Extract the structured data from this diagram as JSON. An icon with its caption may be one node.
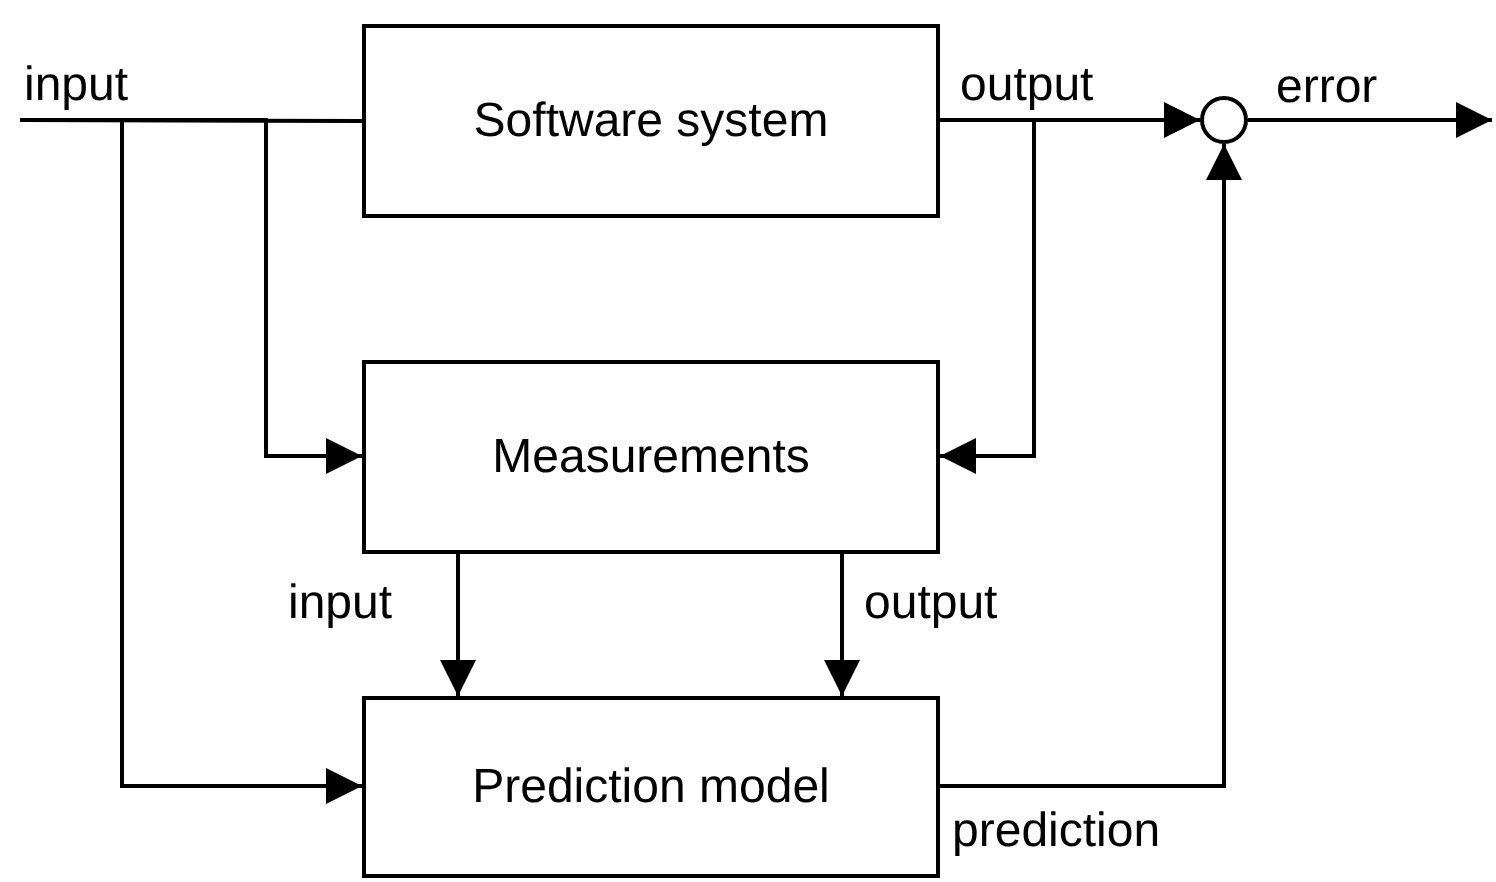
{
  "diagram": {
    "nodes": [
      {
        "text": [
          "Software system"
        ]
      },
      {
        "text": [
          "Measurements"
        ]
      },
      {
        "text": [
          "Prediction model"
        ]
      },
      {
        "text": [],
        "shape": "circle"
      }
    ],
    "edges": [
      {
        "from": null,
        "to": 0,
        "arrow": "none",
        "label": "input"
      },
      {
        "from": null,
        "to": 1,
        "arrow": "to"
      },
      {
        "from": null,
        "to": 2,
        "arrow": "to"
      },
      {
        "from": 0,
        "to": 3,
        "arrow": "to",
        "label": "output"
      },
      {
        "from": 0,
        "to": 1,
        "arrow": "to"
      },
      {
        "from": 3,
        "to": null,
        "arrow": "to",
        "label": "error"
      },
      {
        "from": 2,
        "to": 3,
        "arrow": "to",
        "label": "prediction"
      },
      {
        "from": 1,
        "to": 2,
        "arrow": "to",
        "label": "input"
      },
      {
        "from": 1,
        "to": 2,
        "arrow": "to",
        "label": "output"
      }
    ]
  }
}
